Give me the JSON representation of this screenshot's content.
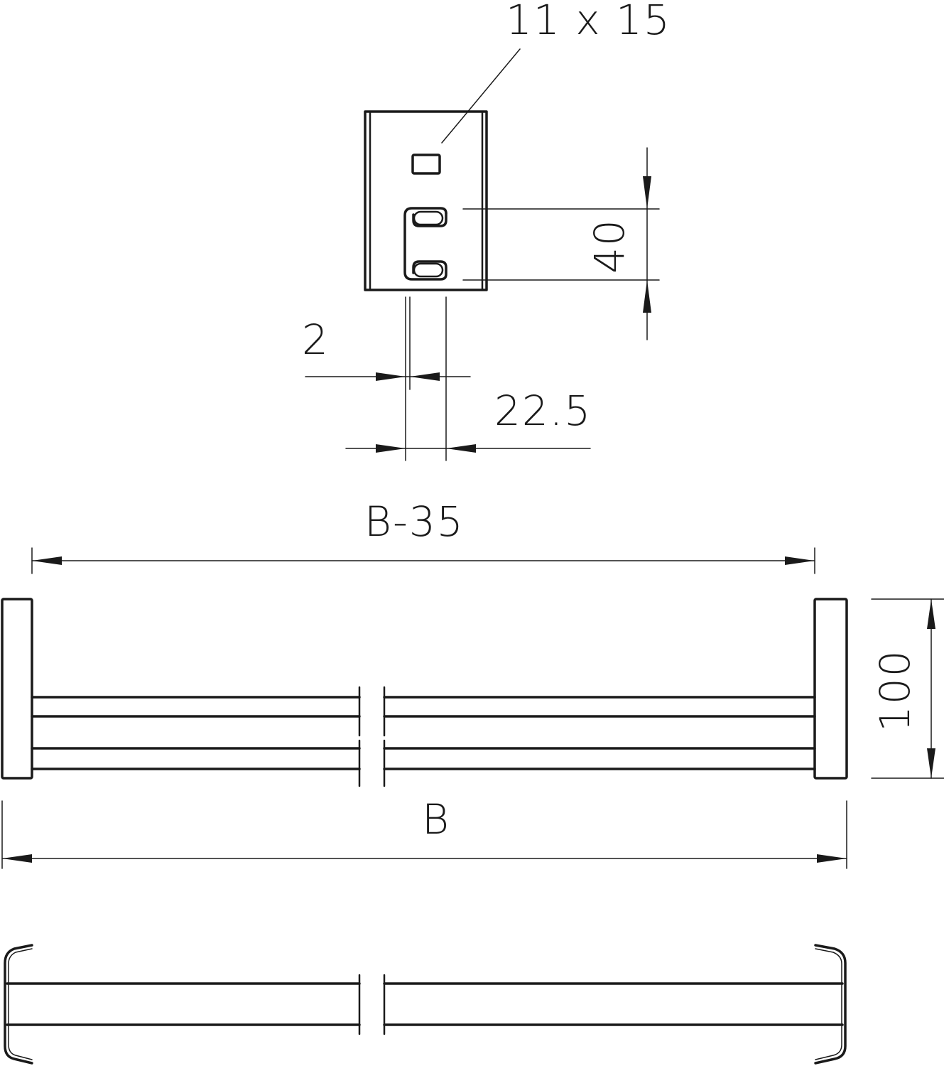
{
  "drawing": {
    "type": "technical-dimension-drawing",
    "colors": {
      "line": "#1a1a1a",
      "background": "#ffffff"
    },
    "views": {
      "detail_top": {
        "hole_label": "11 x 15",
        "height_dimension": "40",
        "thickness_dimension": "2",
        "depth_dimension": "22.5"
      },
      "front": {
        "inner_width_label": "B-35",
        "overall_width_label": "B",
        "height_label": "100"
      },
      "bottom": {}
    }
  }
}
